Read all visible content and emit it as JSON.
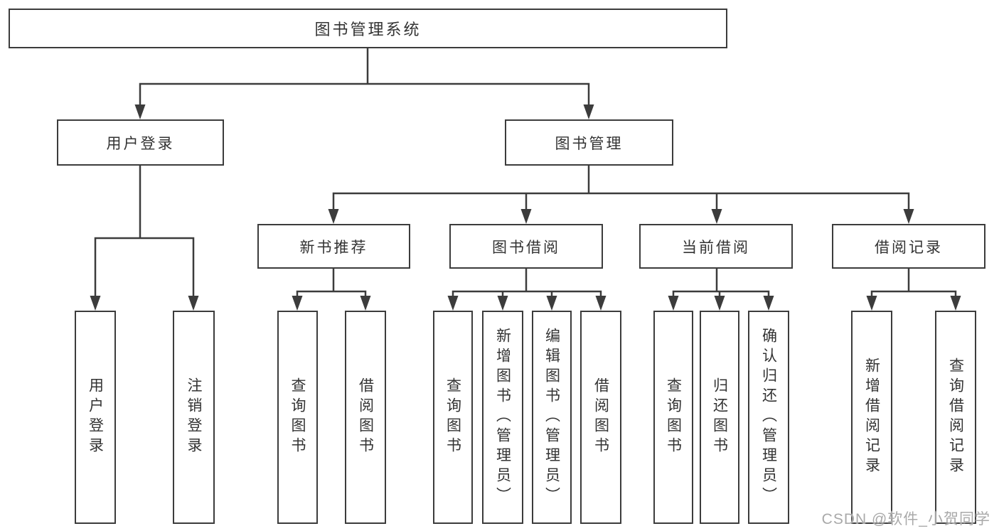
{
  "diagram": {
    "tree": {
      "label": "图书管理系统",
      "children": [
        {
          "label": "用户登录",
          "children": [
            {
              "label": "用户登录"
            },
            {
              "label": "注销登录"
            }
          ]
        },
        {
          "label": "图书管理",
          "children": [
            {
              "label": "新书推荐",
              "children": [
                {
                  "label": "查询图书"
                },
                {
                  "label": "借阅图书"
                }
              ]
            },
            {
              "label": "图书借阅",
              "children": [
                {
                  "label": "查询图书"
                },
                {
                  "label": "新增图书（管理员）"
                },
                {
                  "label": "编辑图书（管理员）"
                },
                {
                  "label": "借阅图书"
                }
              ]
            },
            {
              "label": "当前借阅",
              "children": [
                {
                  "label": "查询图书"
                },
                {
                  "label": "归还图书"
                },
                {
                  "label": "确认归还（管理员）"
                }
              ]
            },
            {
              "label": "借阅记录",
              "children": [
                {
                  "label": "新增借阅记录"
                },
                {
                  "label": "查询借阅记录"
                }
              ]
            }
          ]
        }
      ]
    }
  },
  "watermark": {
    "text": "CSDN @软件_小贺同学"
  },
  "colors": {
    "line": "#3c3c3c",
    "box_border": "#3c3c3c",
    "text": "#333333",
    "watermark": "#a9a9a9",
    "background": "#ffffff"
  }
}
